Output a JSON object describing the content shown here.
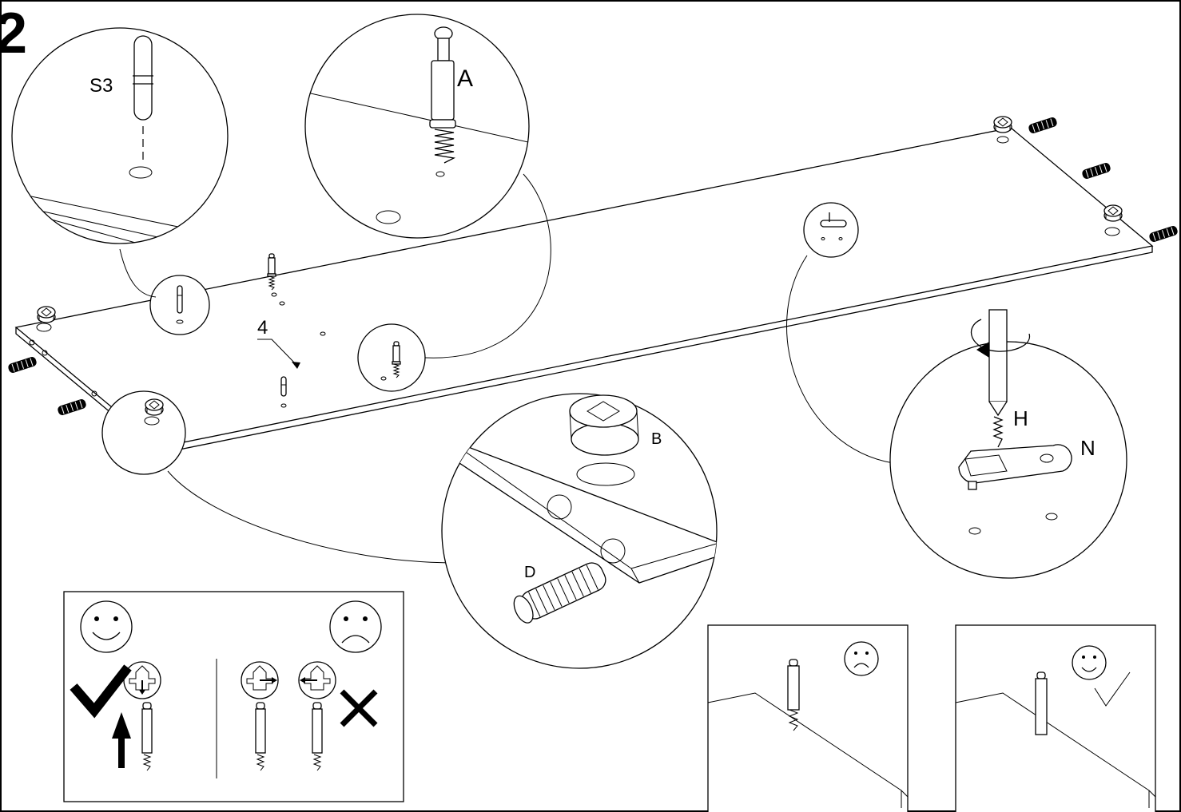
{
  "step": {
    "number": "2"
  },
  "parts": {
    "s3": "S3",
    "a": "A",
    "b": "B",
    "d": "D",
    "h": "H",
    "n": "N",
    "quantity": "4"
  },
  "icons": {
    "happy": "happy-face-icon",
    "sad": "sad-face-icon",
    "check": "checkmark-icon",
    "cross": "cross-icon",
    "arrow_up": "arrow-up-icon",
    "rotate": "rotate-arrow-icon"
  },
  "colors": {
    "ink": "#000000",
    "paper": "#ffffff"
  }
}
